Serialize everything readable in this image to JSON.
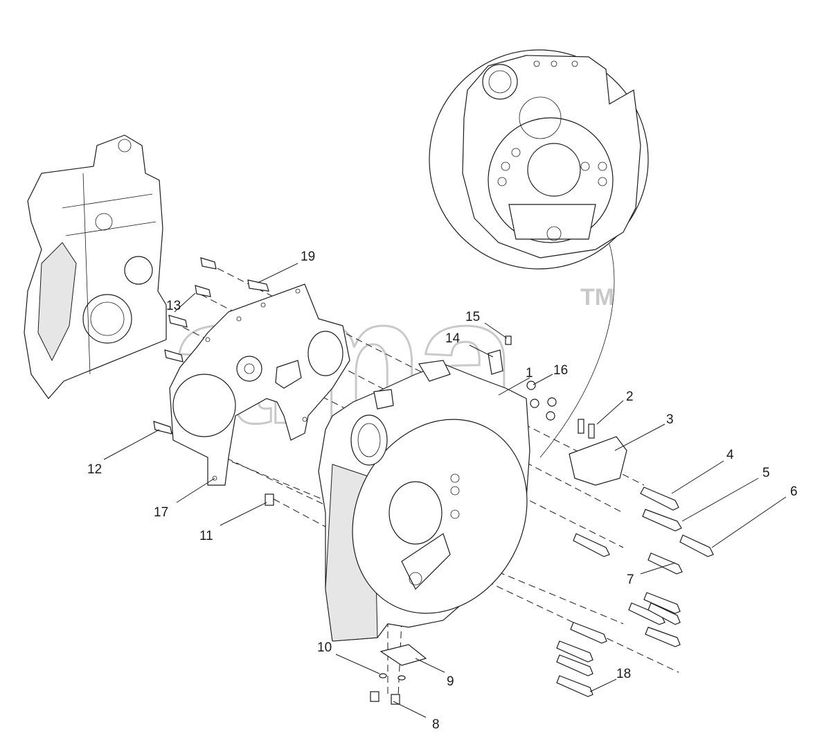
{
  "watermark": {
    "mark": "TM"
  },
  "callouts": [
    {
      "id": "1",
      "label": "1"
    },
    {
      "id": "2",
      "label": "2"
    },
    {
      "id": "3",
      "label": "3"
    },
    {
      "id": "4",
      "label": "4"
    },
    {
      "id": "5",
      "label": "5"
    },
    {
      "id": "6",
      "label": "6"
    },
    {
      "id": "7",
      "label": "7"
    },
    {
      "id": "8",
      "label": "8"
    },
    {
      "id": "9",
      "label": "9"
    },
    {
      "id": "10",
      "label": "10"
    },
    {
      "id": "11",
      "label": "11"
    },
    {
      "id": "12",
      "label": "12"
    },
    {
      "id": "13",
      "label": "13"
    },
    {
      "id": "14",
      "label": "14"
    },
    {
      "id": "15",
      "label": "15"
    },
    {
      "id": "16",
      "label": "16"
    },
    {
      "id": "17",
      "label": "17"
    },
    {
      "id": "18",
      "label": "18"
    },
    {
      "id": "19",
      "label": "19"
    }
  ]
}
